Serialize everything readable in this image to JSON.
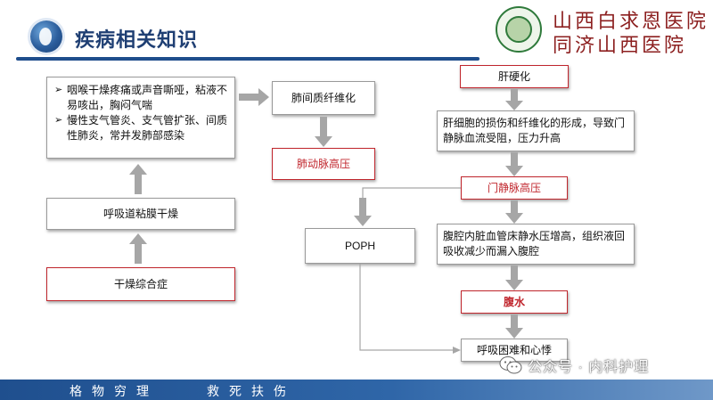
{
  "header": {
    "title": "疾病相关知识",
    "logo_text_line1": "山西白求恩医院",
    "logo_text_line2": "同济山西医院"
  },
  "left_column": {
    "symptoms": [
      "咽喉干燥疼痛或声音嘶哑，粘液不易咳出，胸闷气喘",
      "慢性支气管炎、支气管扩张、间质性肺炎，常并发肺部感染"
    ],
    "bullet_marker": "➢",
    "airway_dryness": "呼吸道粘膜干燥",
    "sjogren": "干燥综合症"
  },
  "middle_column": {
    "pulmonary_fibrosis": "肺间质纤维化",
    "pulmonary_hypertension": "肺动脉高压",
    "poph": "POPH"
  },
  "right_column": {
    "cirrhosis": "肝硬化",
    "liver_damage": "肝细胞的损伤和纤维化的形成，导致门静脉血流受阻，压力升高",
    "portal_hypertension": "门静脉高压",
    "visceral_pressure": "腹腔内脏血管床静水压增高，组织液回吸收减少而漏入腹腔",
    "ascites": "腹水",
    "dyspnea": "呼吸困难和心悸"
  },
  "footer": {
    "motto_left": "格物穷理",
    "motto_right": "救死扶伤",
    "watermark": "公众号 · 内科护理"
  },
  "colors": {
    "accent_blue": "#1e4d8c",
    "red_border": "#c0262d",
    "arrow_gray": "#a6a6a6",
    "logo_red": "#8c1f1f"
  }
}
